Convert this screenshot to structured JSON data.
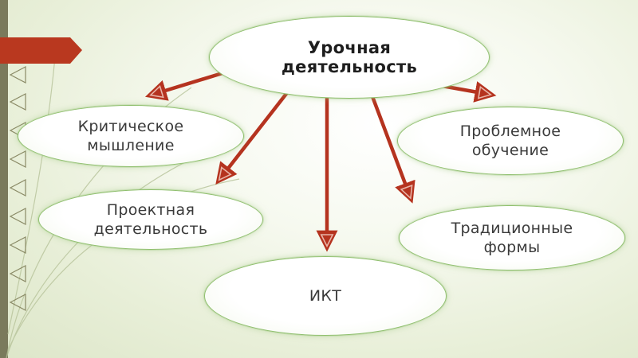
{
  "nodes": {
    "main": "Урочная\nдеятельность",
    "critical": "Критическое\nмышление",
    "problem": "Проблемное\nобучение",
    "project": "Проектная\nдеятельность",
    "traditional": "Традиционные\nформы",
    "ikt": "ИКТ"
  },
  "colors": {
    "arrow": "#b5331f",
    "node_border": "#8fbf6e",
    "left_bar": "#7a7a5c"
  }
}
